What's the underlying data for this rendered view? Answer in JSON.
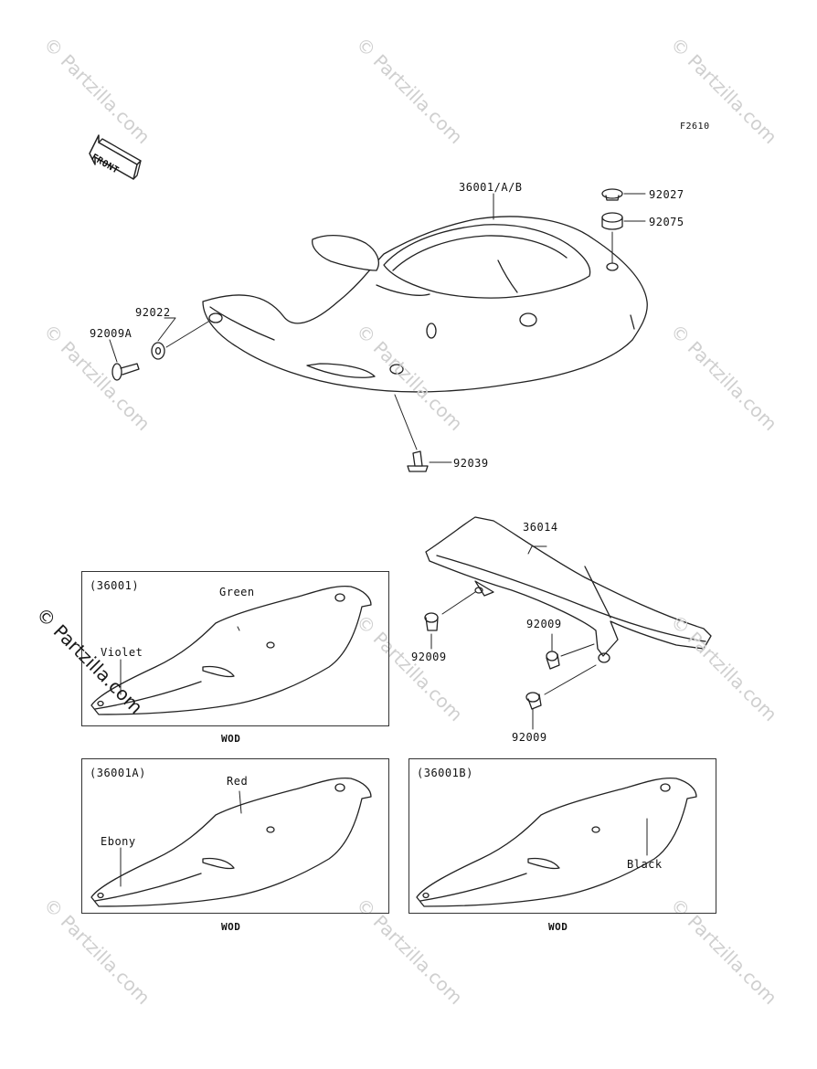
{
  "figure_code": "F2610",
  "front_label": "FRONT",
  "watermark": "© Partzilla.com",
  "side_watermark": "© Partzilla.com",
  "parts": {
    "seat_cover": "36001/A/B",
    "cap": "92027",
    "collar": "92075",
    "washer": "92022",
    "bolt_left": "92009A",
    "clip": "92039",
    "chain_cover": "36014",
    "bolt_a": "92009",
    "bolt_b": "92009",
    "bolt_c": "92009"
  },
  "variants": [
    {
      "id": "(36001)",
      "colors": [
        "Green",
        "Violet"
      ],
      "note": "WOD"
    },
    {
      "id": "(36001A)",
      "colors": [
        "Red",
        "Ebony"
      ],
      "note": "WOD"
    },
    {
      "id": "(36001B)",
      "colors": [
        "Black"
      ],
      "note": "WOD"
    }
  ]
}
